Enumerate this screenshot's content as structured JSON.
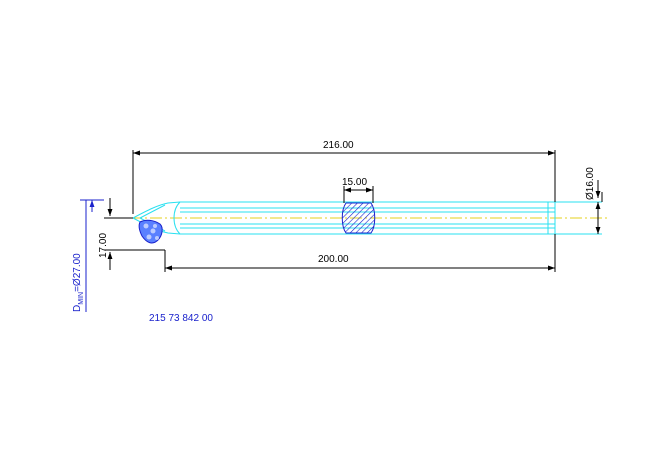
{
  "drawing": {
    "part_number": "215 73 842 00",
    "dimensions": {
      "overall_length": "216.00",
      "body_length": "200.00",
      "shank_diameter": "Ø16.00",
      "slot_width": "15.00",
      "radial_offset": "17.00",
      "min_bore_prefix": "D",
      "min_bore_subscript": "MIN",
      "min_bore_value": "=Ø27.00"
    },
    "colors": {
      "outline": "#29e0f0",
      "dimension": "#000000",
      "centerline": "#e6d21e",
      "annotation": "#1a22cc",
      "hatch": "#1a22cc"
    }
  }
}
